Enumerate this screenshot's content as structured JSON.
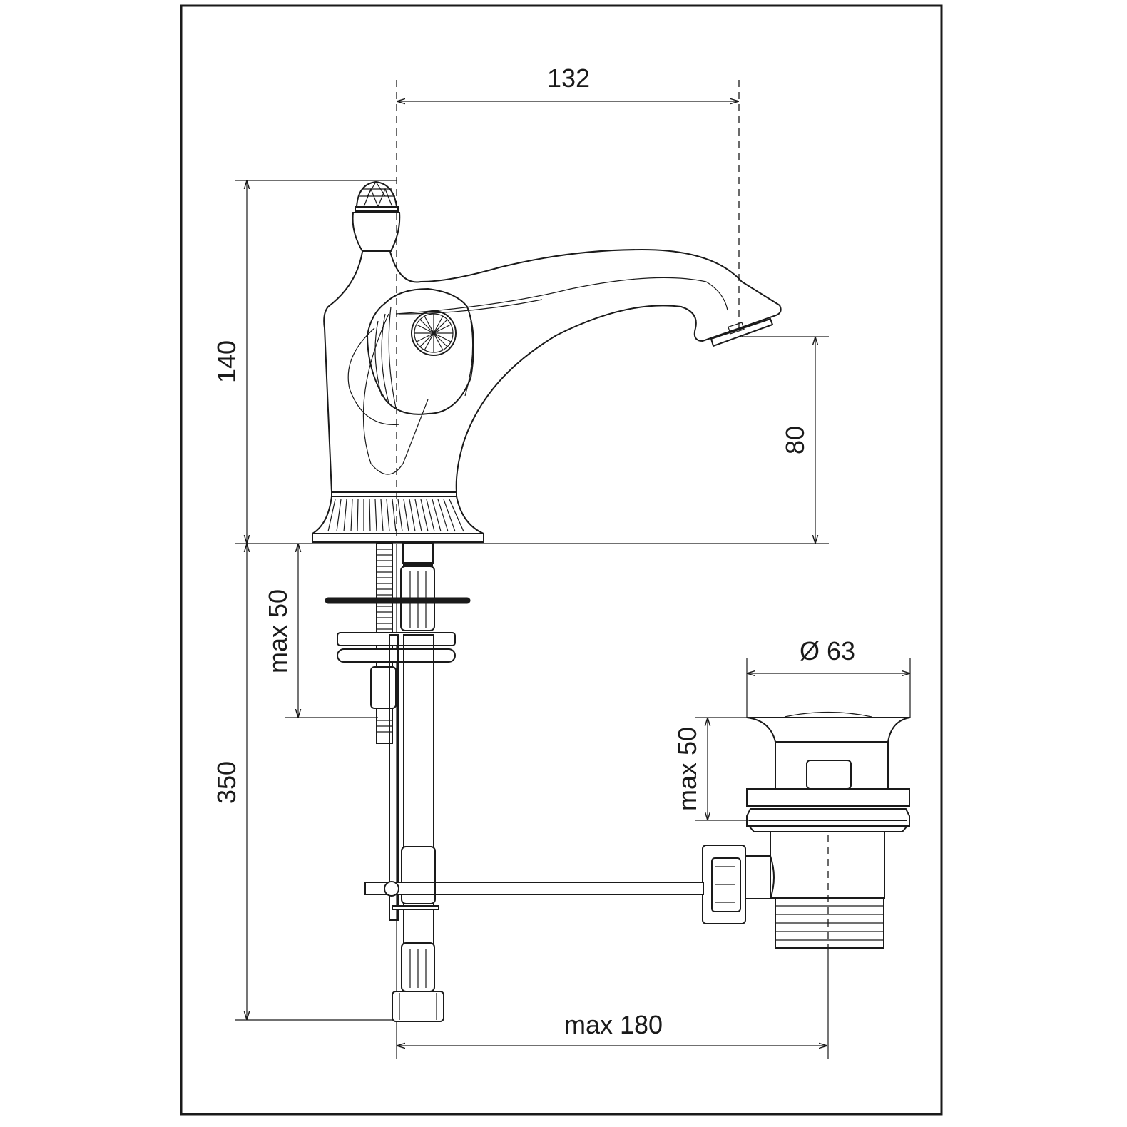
{
  "drawing": {
    "dimensions": {
      "spout_reach": "132",
      "total_height": "140",
      "spout_height": "80",
      "deck_thickness_tap": "max 50",
      "hose_length": "350",
      "waste_diameter": "Ø 63",
      "deck_thickness_waste": "max 50",
      "rod_distance": "max 180"
    },
    "colors": {
      "line": "#1a1a1a",
      "background": "#ffffff"
    }
  }
}
